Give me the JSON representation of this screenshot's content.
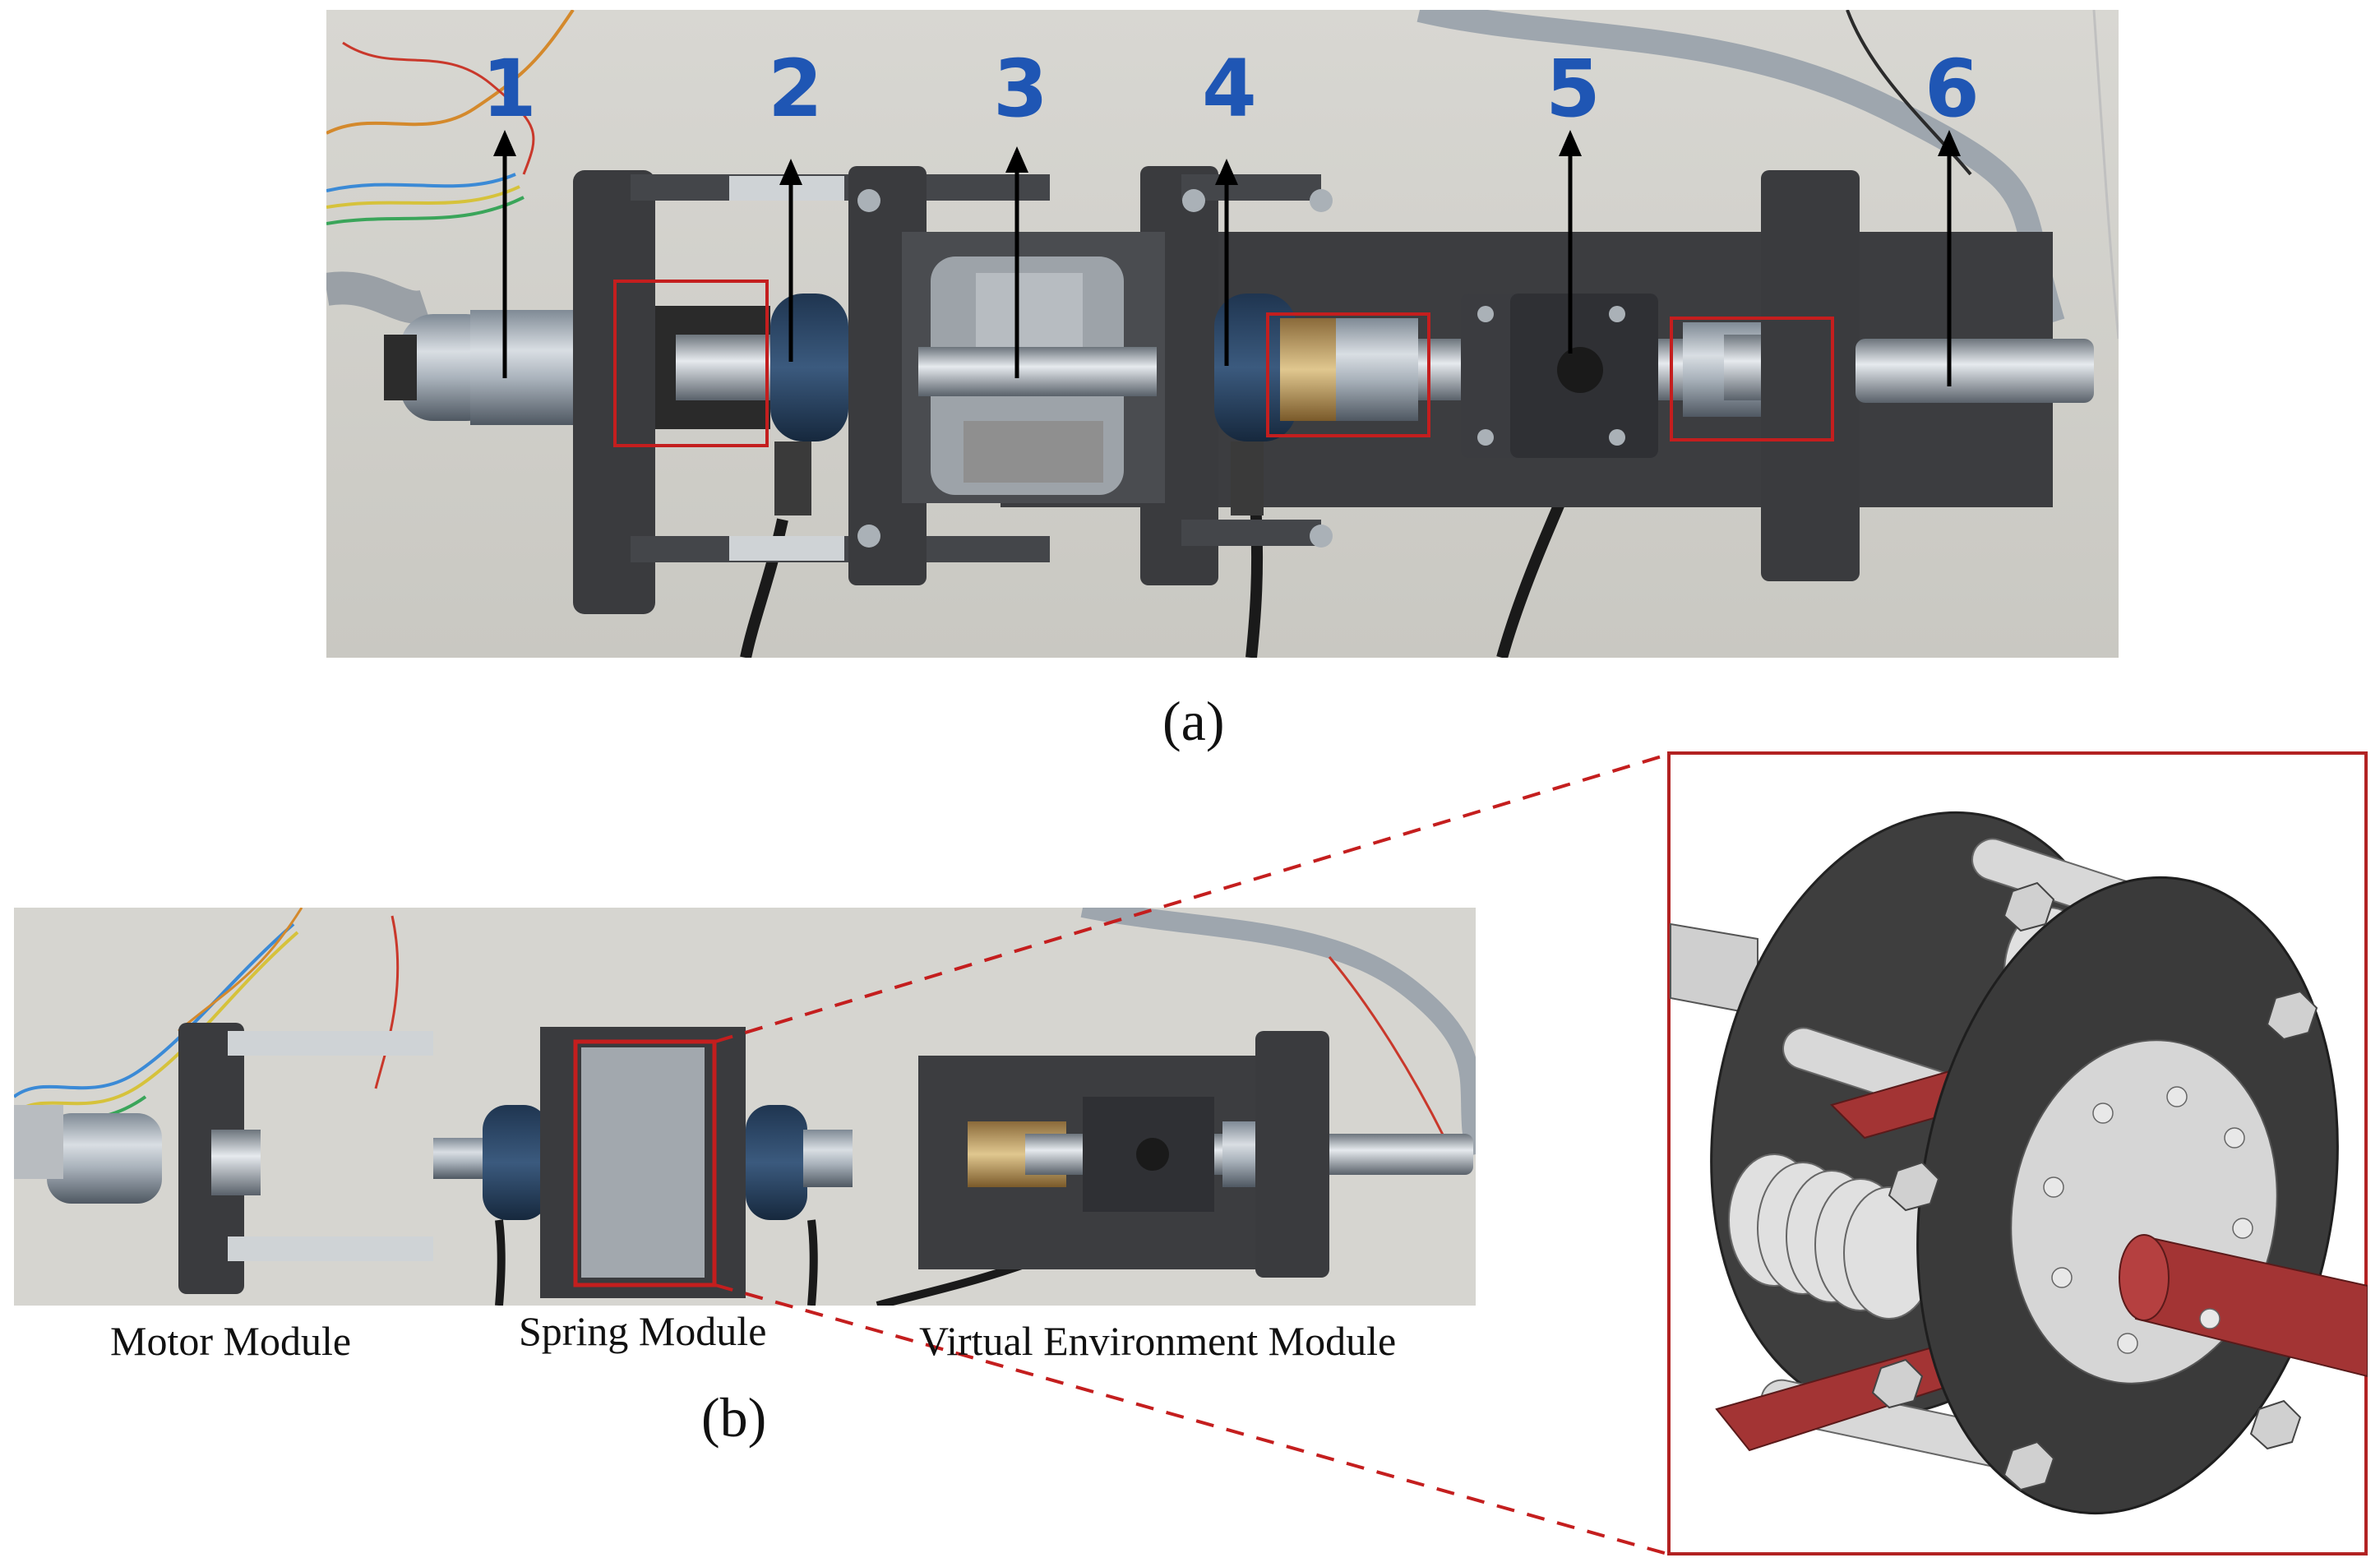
{
  "figure_a": {
    "caption": "(a)",
    "callouts": [
      {
        "label": "1"
      },
      {
        "label": "2"
      },
      {
        "label": "3"
      },
      {
        "label": "4"
      },
      {
        "label": "5"
      },
      {
        "label": "6"
      }
    ],
    "callout_color": "#1f56b4",
    "highlight_color": "#c41e1e"
  },
  "figure_b": {
    "caption": "(b)",
    "modules": [
      {
        "label": "Motor Module"
      },
      {
        "label": "Spring Module"
      },
      {
        "label": "Virtual Environment Module"
      }
    ]
  },
  "inset": {
    "border_color": "#b22222",
    "shaft_color": "#a33434"
  }
}
